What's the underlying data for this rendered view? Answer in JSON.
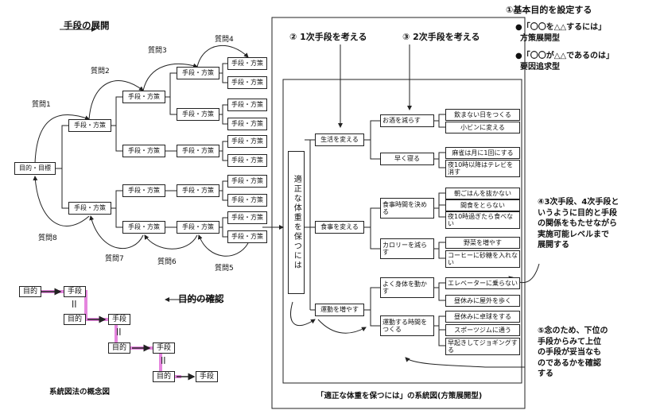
{
  "left": {
    "title": "手段の展開",
    "root": "目的・目標",
    "unit": "手段・方策",
    "questions": [
      "質問1",
      "質問2",
      "質問3",
      "質問4",
      "質問5",
      "質問6",
      "質問7",
      "質問8"
    ],
    "purpose_check": "目的の確認",
    "concept_caption": "系統図法の概念図",
    "concept_purpose": "目的",
    "concept_means": "手段",
    "equals": "||"
  },
  "steps": {
    "step1": "①基本目的を設定する",
    "bullet1_a": "●「〇〇を△△するには」",
    "bullet1_b": "方策展開型",
    "bullet2_a": "●「〇〇が△△であるのは」",
    "bullet2_b": "要因追求型",
    "step2": "② 1次手段を考える",
    "step3": "③ 2次手段を考える",
    "step4": [
      "④3次手段、4次手段と",
      "いうように目的と手段",
      "の関係をもたせながら",
      "実施可能レベルまで",
      "展開する"
    ],
    "step5": [
      "⑤念のため、下位の",
      "手段からみて上位",
      "の手段が妥当なも",
      "のであるかを確認",
      "する"
    ]
  },
  "tree": {
    "root": "適正な体重を保つには",
    "primary": [
      "生活を変える",
      "食事を変える",
      "運動を増やす"
    ],
    "secondary": [
      "お酒を減らす",
      "早く寝る",
      "食事時間を決める",
      "カロリーを減らす",
      "よく身体を動かす",
      "運動する時間をつくる"
    ],
    "tertiary": [
      "飲まない日をつくる",
      "小ビンに変える",
      "麻雀は月に1回にする",
      "夜10時以降はテレビを消す",
      "朝ごはんを抜かない",
      "間食をとらない",
      "夜10時過ぎたら食べない",
      "野菜を増やす",
      "コーヒーに砂糖を入れない",
      "エレベーターに乗らない",
      "昼休みに屋外を歩く",
      "昼休みに卓球をする",
      "スポーツジムに通う",
      "早起きしてジョギングする"
    ],
    "caption": "「適正な体重を保つには」の系統図(方策展開型)"
  },
  "colors": {
    "highlight": "#e070d8",
    "line": "#222222"
  }
}
